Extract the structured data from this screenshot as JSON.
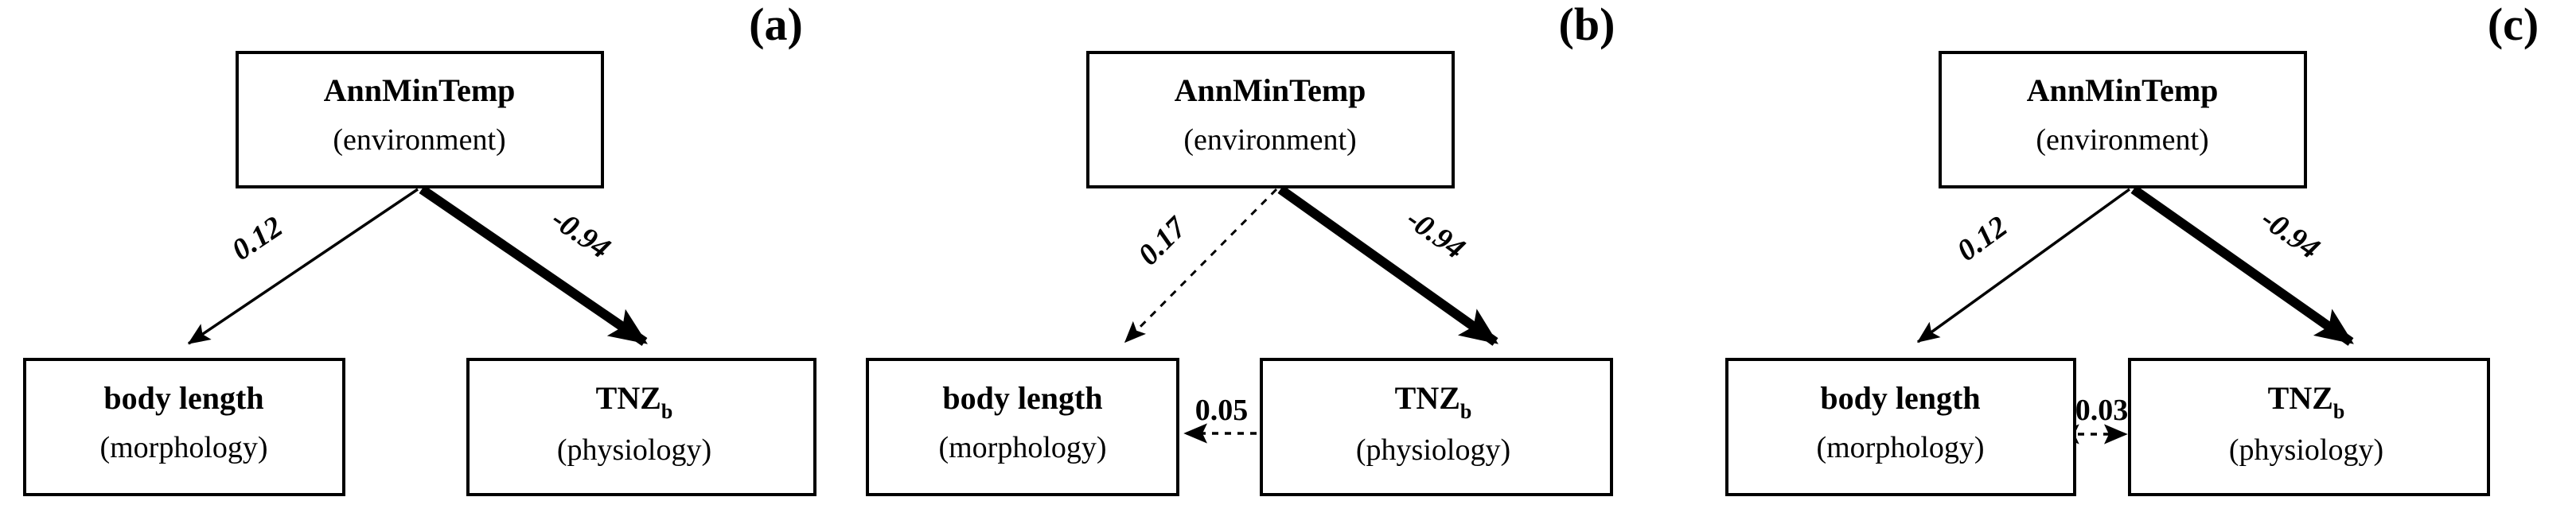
{
  "figure": {
    "title": "Structural equation model path diagrams",
    "background_color": "#ffffff",
    "line_color": "#000000"
  },
  "nodes": {
    "environment": {
      "name": "AnnMinTemp",
      "level": "(environment)"
    },
    "morphology": {
      "name": "body length",
      "level": "(morphology)"
    },
    "physiology": {
      "name": "TNZ",
      "name_subscript": "b",
      "level": "(physiology)"
    }
  },
  "panels": [
    {
      "tag": "(a)",
      "nodes": {
        "top": {
          "name": "AnnMinTemp",
          "level": "(environment)"
        },
        "bottom_left": {
          "name": "body length",
          "level": "(morphology)"
        },
        "bottom_right": {
          "name": "TNZ",
          "name_subscript": "b",
          "level": "(physiology)"
        }
      },
      "edges": [
        {
          "id": "env-to-morphology",
          "from": "AnnMinTemp",
          "to": "body length",
          "coefficient": "0.12",
          "style": "solid",
          "weight": "thin",
          "arrow": "single",
          "direction": "down-left"
        },
        {
          "id": "env-to-physiology",
          "from": "AnnMinTemp",
          "to": "TNZb",
          "coefficient": "-0.94",
          "style": "solid",
          "weight": "thick",
          "arrow": "single",
          "direction": "down-right"
        }
      ]
    },
    {
      "tag": "(b)",
      "nodes": {
        "top": {
          "name": "AnnMinTemp",
          "level": "(environment)"
        },
        "bottom_left": {
          "name": "body length",
          "level": "(morphology)"
        },
        "bottom_right": {
          "name": "TNZ",
          "name_subscript": "b",
          "level": "(physiology)"
        }
      },
      "edges": [
        {
          "id": "env-to-morphology",
          "from": "AnnMinTemp",
          "to": "body length",
          "coefficient": "0.17",
          "style": "dotted",
          "weight": "thin",
          "arrow": "single",
          "direction": "down-left"
        },
        {
          "id": "env-to-physiology",
          "from": "AnnMinTemp",
          "to": "TNZb",
          "coefficient": "-0.94",
          "style": "solid",
          "weight": "thick",
          "arrow": "single",
          "direction": "down-right"
        },
        {
          "id": "physiology-to-morphology",
          "from": "TNZb",
          "to": "body length",
          "coefficient": "0.05",
          "style": "dotted",
          "weight": "thin",
          "arrow": "single",
          "direction": "left"
        }
      ]
    },
    {
      "tag": "(c)",
      "nodes": {
        "top": {
          "name": "AnnMinTemp",
          "level": "(environment)"
        },
        "bottom_left": {
          "name": "body length",
          "level": "(morphology)"
        },
        "bottom_right": {
          "name": "TNZ",
          "name_subscript": "b",
          "level": "(physiology)"
        }
      },
      "edges": [
        {
          "id": "env-to-morphology",
          "from": "AnnMinTemp",
          "to": "body length",
          "coefficient": "0.12",
          "style": "solid",
          "weight": "thin",
          "arrow": "single",
          "direction": "down-left"
        },
        {
          "id": "env-to-physiology",
          "from": "AnnMinTemp",
          "to": "TNZb",
          "coefficient": "-0.94",
          "style": "solid",
          "weight": "thick",
          "arrow": "single",
          "direction": "down-right"
        },
        {
          "id": "morphology-physiology-covariance",
          "from": "body length",
          "to": "TNZb",
          "coefficient": "0.03",
          "style": "dotted",
          "weight": "thin",
          "arrow": "double",
          "direction": "horizontal"
        }
      ]
    }
  ]
}
